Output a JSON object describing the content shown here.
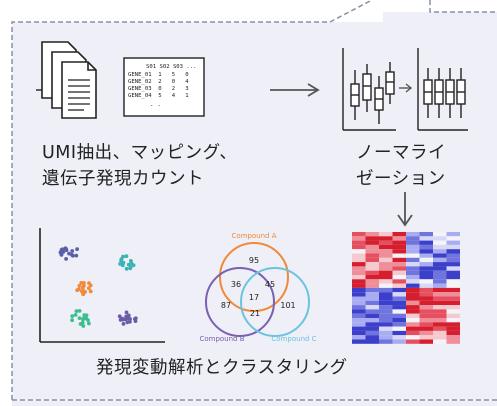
{
  "labels": {
    "umi_line1": "UMI抽出、マッピング、",
    "umi_line2": "遺伝子発現カウント",
    "norm_line1": "ノーマライ",
    "norm_line2": "ゼーション",
    "bottom": "発現変動解析とクラスタリング"
  },
  "matrix_table": {
    "header": "S01 S02 S03 ...",
    "rows": [
      "GENE_01  1   5   0",
      "GENE_02  2   0   4",
      "GENE_03  0   2   3",
      "GENE_04  5   4   1"
    ],
    "ellipsis": ". ."
  },
  "venn": {
    "sets": [
      {
        "name": "Compound A",
        "color": "#f08a3a"
      },
      {
        "name": "Compound B",
        "color": "#7a5fb3"
      },
      {
        "name": "Compound C",
        "color": "#6cc3e0"
      }
    ],
    "counts": {
      "A_only": "95",
      "B_only": "87",
      "C_only": "101",
      "AB": "36",
      "AC": "45",
      "BC": "21",
      "ABC": "17"
    }
  },
  "colors": {
    "panel_bg": "#eeeff7",
    "dash": "#8a8fa8",
    "arrow": "#555555",
    "scatter_clusters": [
      "#5b5fa8",
      "#3bb3b5",
      "#f08a3a",
      "#3bbf8f",
      "#6a5aa8"
    ]
  }
}
